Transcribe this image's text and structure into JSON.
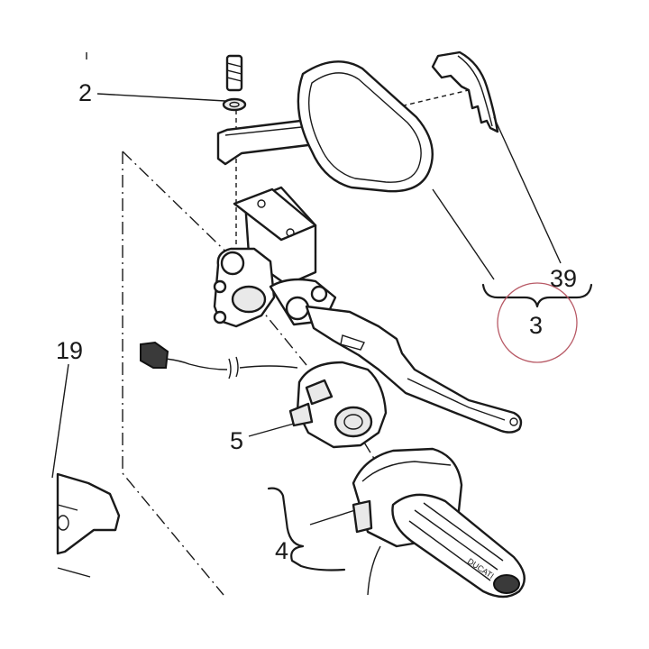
{
  "diagram": {
    "callouts": [
      {
        "id": "callout-2",
        "label": "2"
      },
      {
        "id": "callout-39",
        "label": "39"
      },
      {
        "id": "callout-3",
        "label": "3"
      },
      {
        "id": "callout-19",
        "label": "19"
      },
      {
        "id": "callout-5",
        "label": "5"
      },
      {
        "id": "callout-4",
        "label": "4"
      }
    ],
    "grip_logo": "DUCATI"
  },
  "colors": {
    "line": "#1a1a1a",
    "highlight_circle": "#b85a66",
    "background": "#ffffff"
  }
}
